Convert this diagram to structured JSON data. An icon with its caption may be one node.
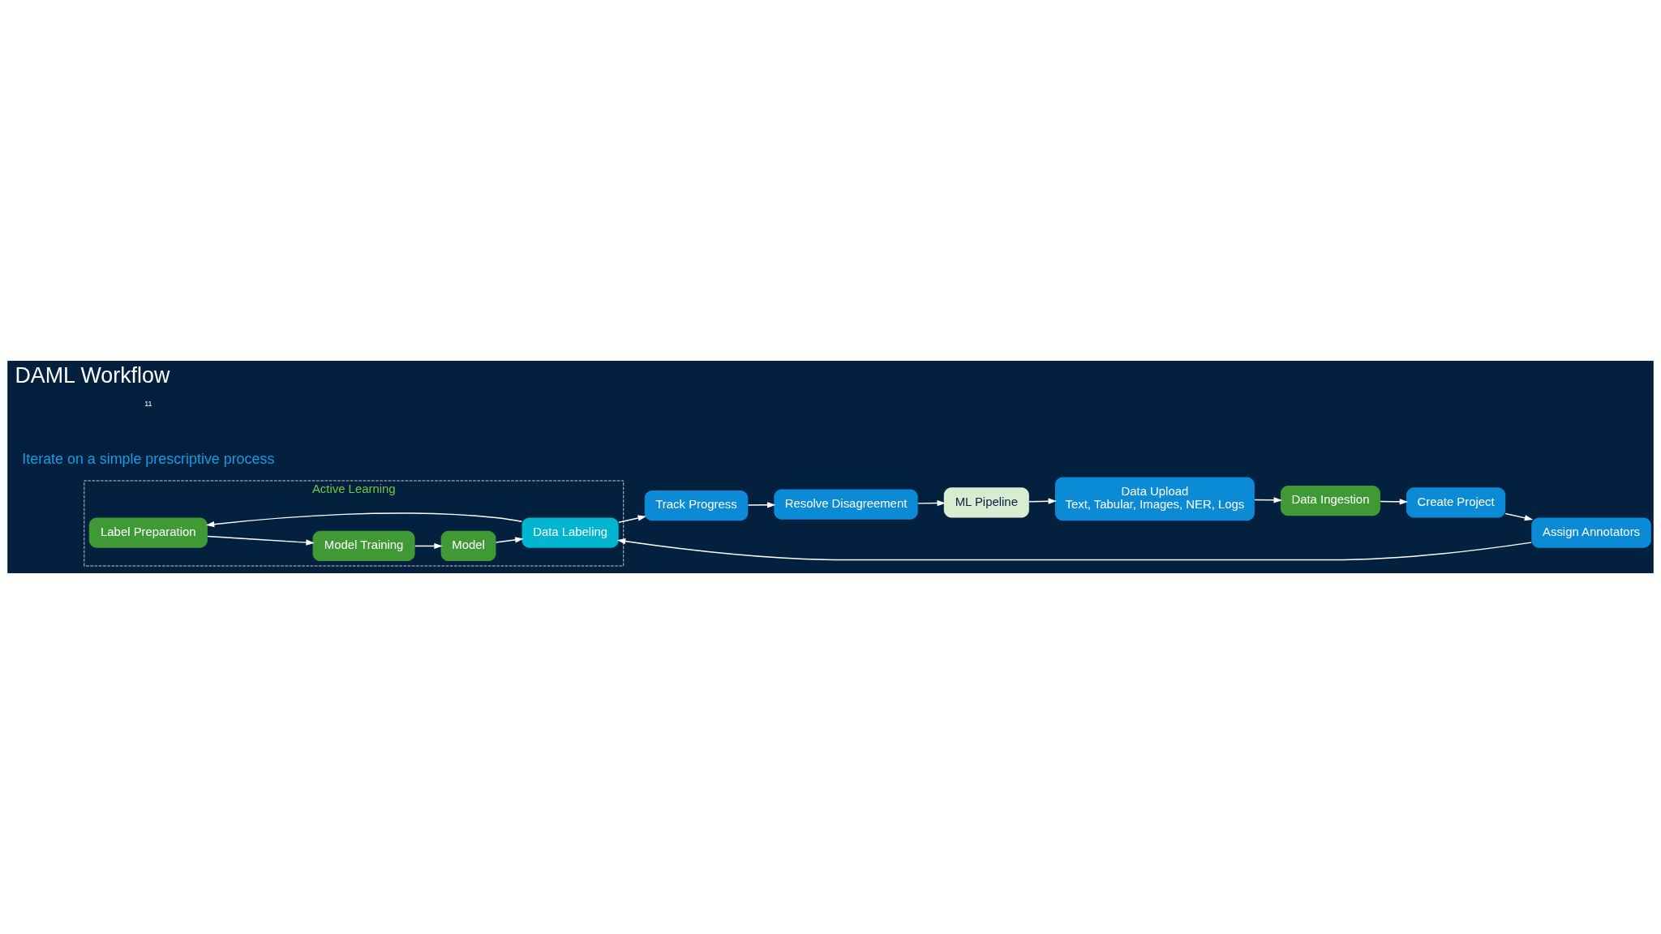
{
  "diagram": {
    "title": "DAML Workflow",
    "nodes": [
      {
        "text": [
          "Active Learning"
        ]
      },
      {
        "text": [
          "Data Upload",
          "Text, Tabular, Images, NER, Logs"
        ]
      },
      {
        "text": [
          "Data Ingestion"
        ]
      },
      {
        "text": [
          "Create Project"
        ]
      },
      {
        "text": [
          "Assign Annotators"
        ]
      },
      {
        "text": [
          "Label Preparation"
        ],
        "in": 0
      },
      {
        "text": [
          "Model Training"
        ],
        "in": 0
      },
      {
        "text": [
          "Model"
        ],
        "in": 0
      },
      {
        "text": [
          "Data Labeling"
        ],
        "in": 0
      },
      {
        "text": [
          "Track Progress"
        ]
      },
      {
        "text": [
          "Resolve Disagreement"
        ]
      },
      {
        "text": [
          "ML Pipeline"
        ]
      }
    ],
    "edges": [
      {
        "from": 1,
        "to": 2,
        "arrow": "to"
      },
      {
        "from": 2,
        "to": 3,
        "arrow": "to"
      },
      {
        "from": 3,
        "to": 4,
        "arrow": "to"
      },
      {
        "from": 4,
        "to": 8,
        "arrow": "to"
      },
      {
        "from": 8,
        "to": 5,
        "arrow": "to"
      },
      {
        "from": 5,
        "to": 6,
        "arrow": "to"
      },
      {
        "from": 6,
        "to": 7,
        "arrow": "to"
      },
      {
        "from": 7,
        "to": 8,
        "arrow": "to"
      },
      {
        "from": 8,
        "to": 9,
        "arrow": "to"
      },
      {
        "from": 9,
        "to": 10,
        "arrow": "to"
      },
      {
        "from": 10,
        "to": 11,
        "arrow": "to"
      },
      {
        "from": 11,
        "to": 1,
        "arrow": "to"
      }
    ],
    "labels": [
      "Iterate on a simple prescriptive process",
      "11"
    ]
  }
}
